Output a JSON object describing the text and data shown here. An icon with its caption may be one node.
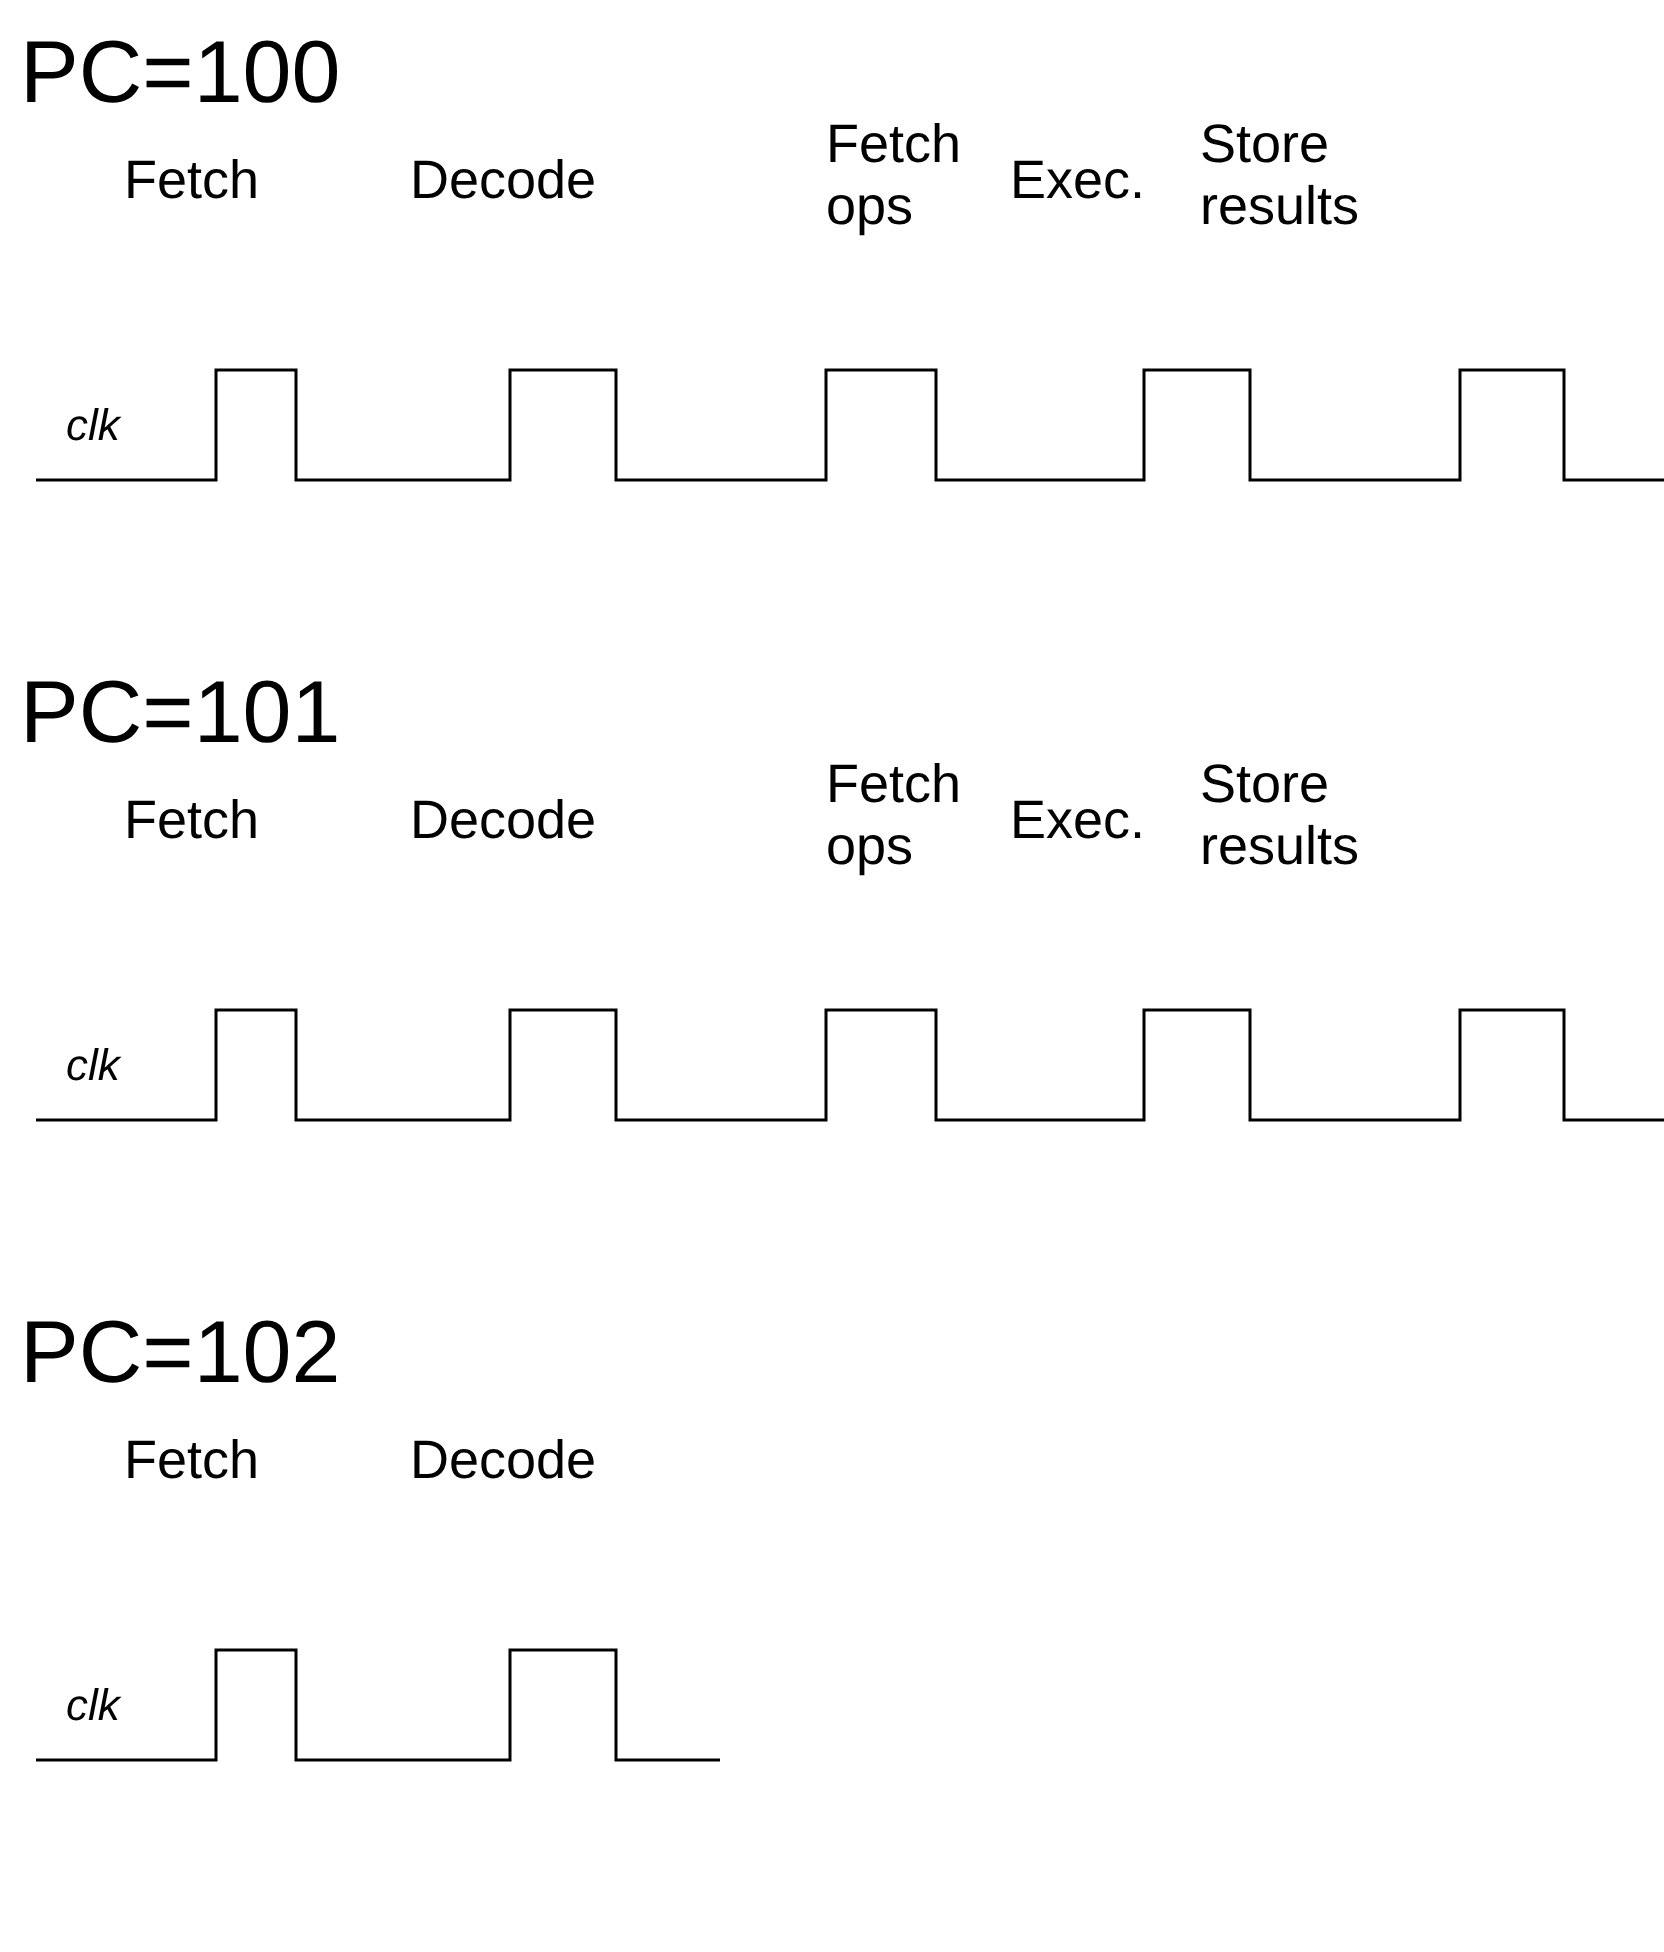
{
  "diagram": {
    "labels": [
      "PC=100",
      "Fetch",
      "Decode",
      "Fetch ops",
      "Exec.",
      "Store results",
      "clk",
      "PC=101",
      "Fetch",
      "Decode",
      "Fetch ops",
      "Exec.",
      "Store results",
      "clk",
      "PC=102",
      "Fetch",
      "Decode",
      "clk"
    ]
  }
}
